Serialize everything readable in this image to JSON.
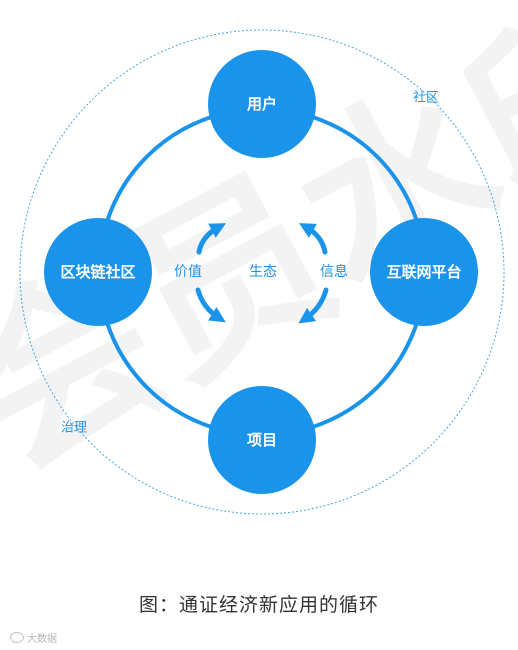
{
  "nodes": {
    "top": "用户",
    "left": "区块链社区",
    "right": "互联网平台",
    "bottom": "项目"
  },
  "center": {
    "left": "价值",
    "middle": "生态",
    "right": "信息"
  },
  "ring_labels": {
    "community": "社区",
    "governance": "治理"
  },
  "caption": "图：通证经济新应用的循环",
  "source_mark": "大数据",
  "watermark": "会员水印",
  "colors": {
    "node_fill": "#1a94ea",
    "ring_stroke": "#1a94ea",
    "outer_ring": "#2a94e8",
    "arrow": "#1a94ea"
  },
  "icons": {
    "center_arrows": "circular-arrows-icon",
    "source": "weibo-icon"
  }
}
